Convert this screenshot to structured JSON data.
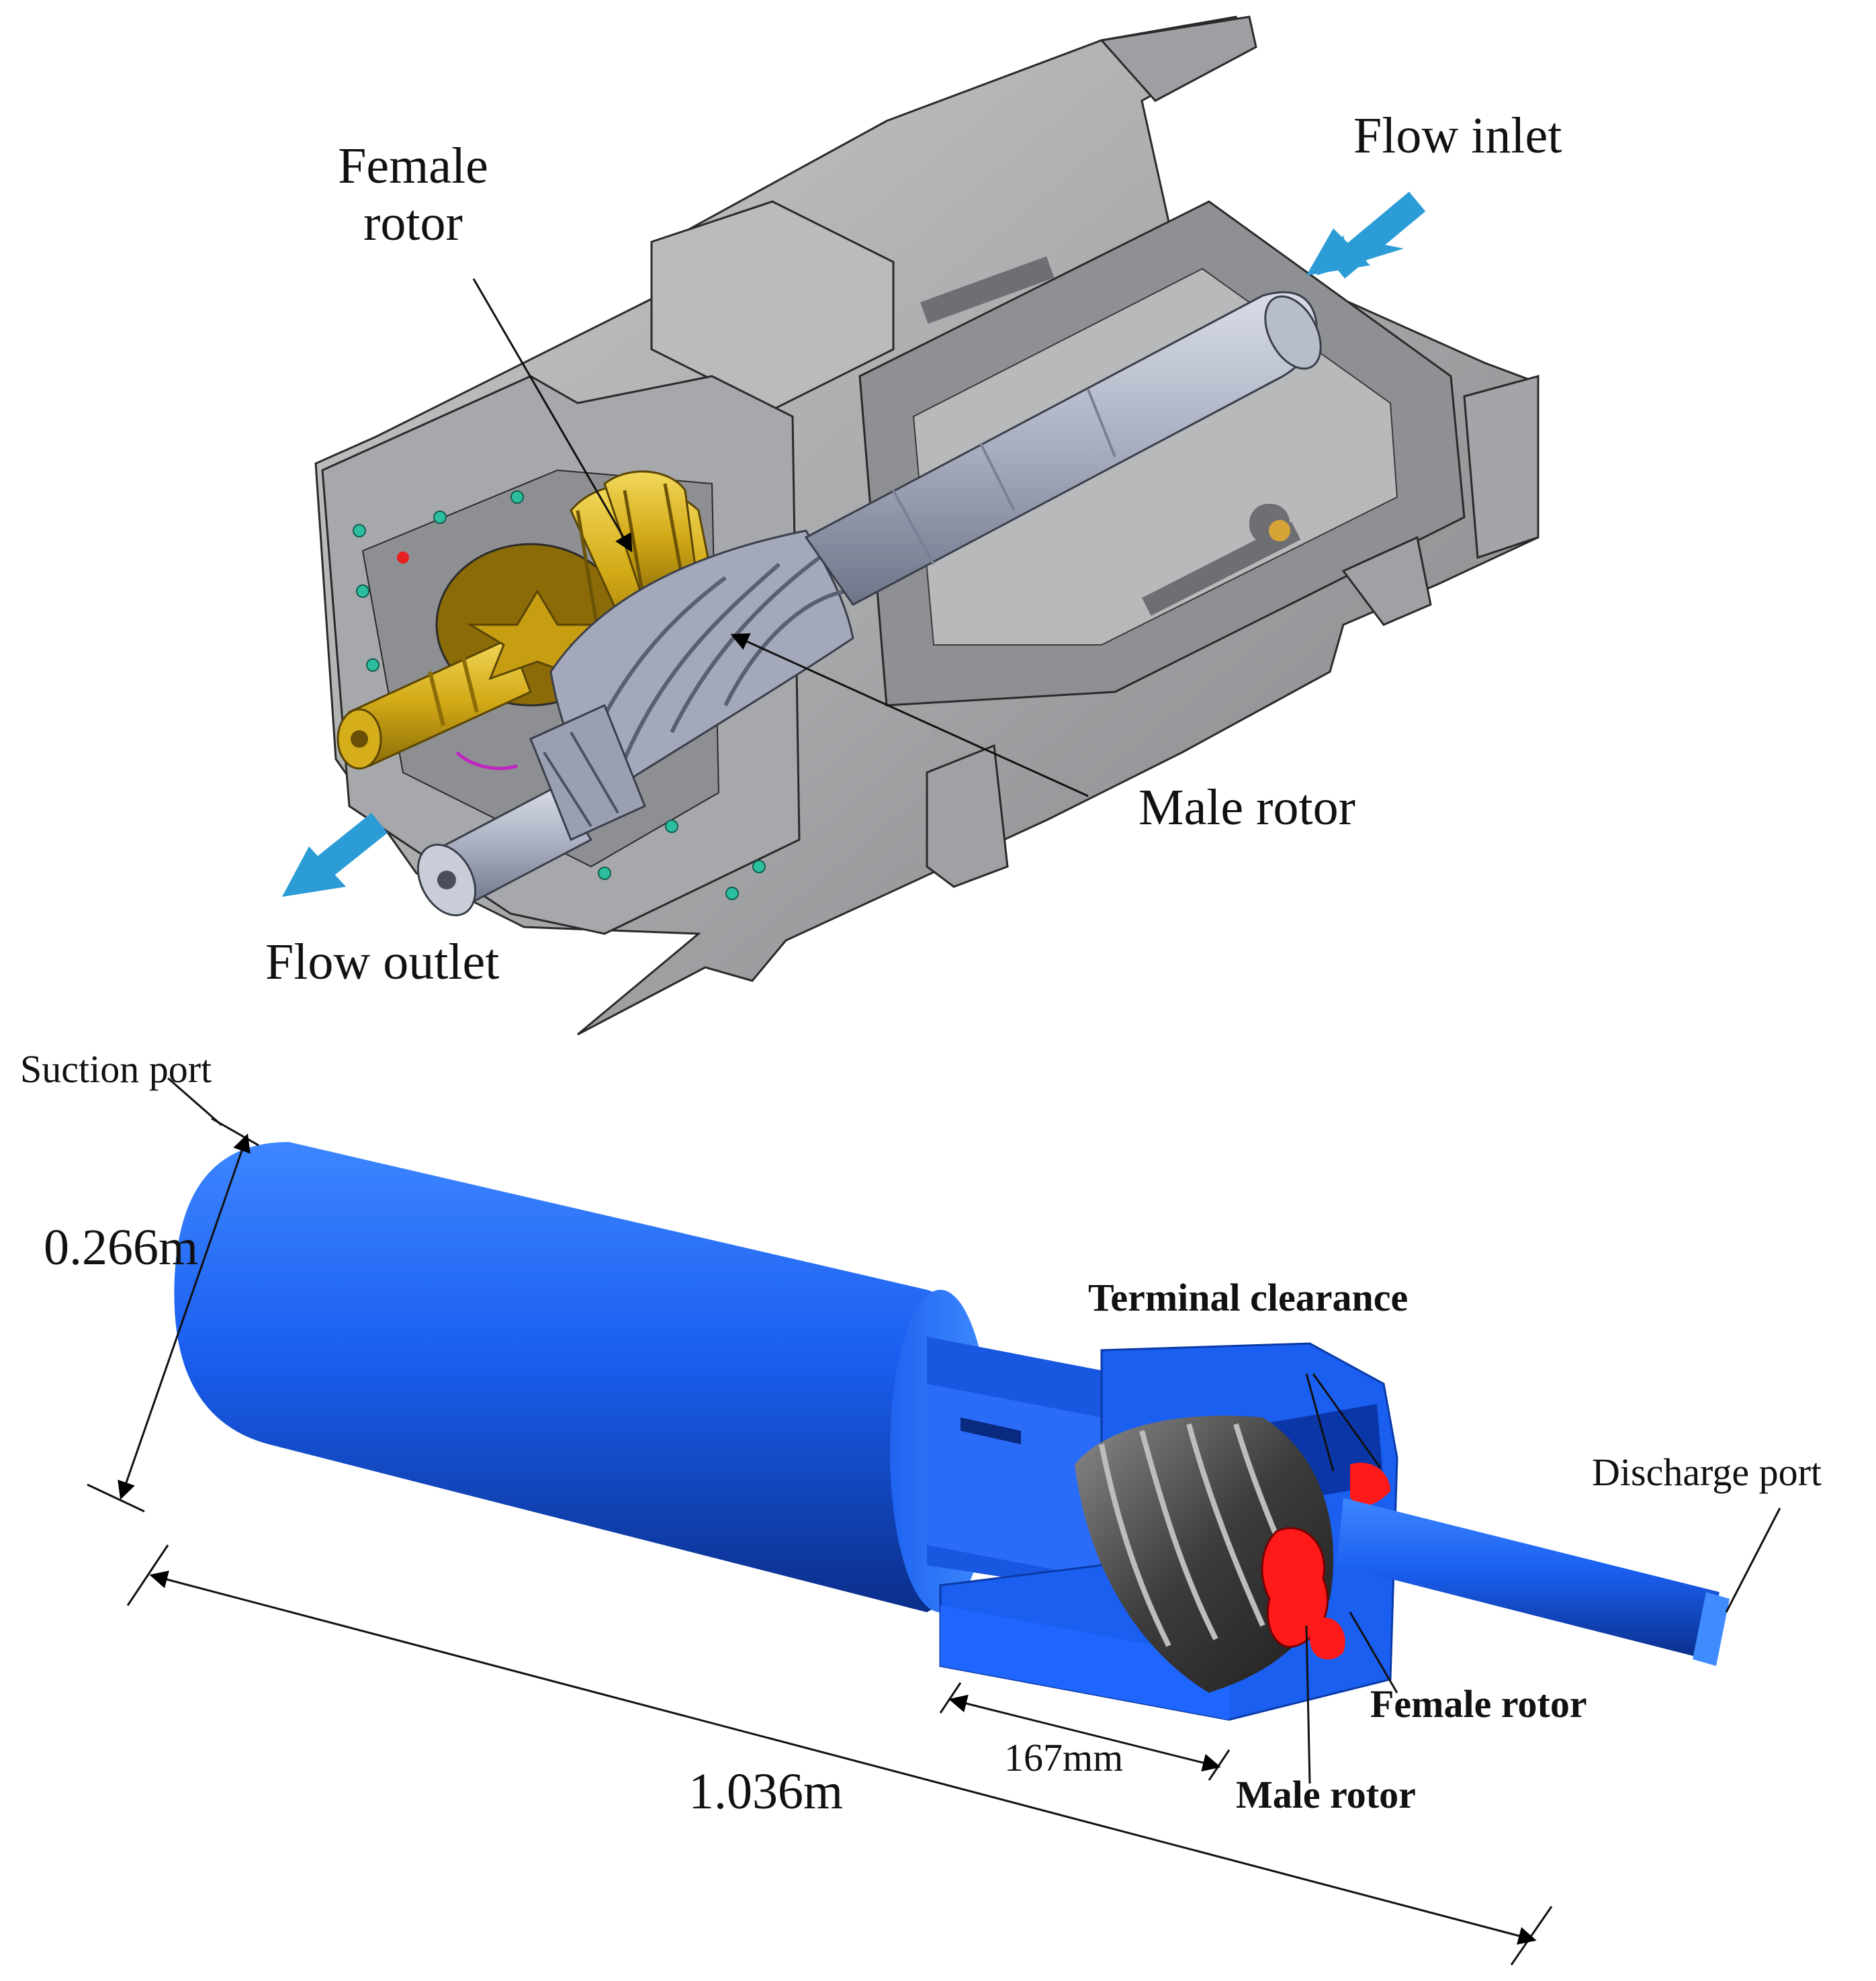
{
  "top_figure": {
    "labels": {
      "female_rotor": [
        "Female",
        "rotor"
      ],
      "flow_inlet": "Flow inlet",
      "male_rotor": "Male rotor",
      "flow_outlet": "Flow outlet"
    },
    "colors": {
      "casing": "#a9abad",
      "casing_dark": "#7e8083",
      "male_rotor": "#9ca3b5",
      "female_rotor": "#d8b21e",
      "arrow": "#2b9cd6",
      "hole": "#2bbfa0"
    }
  },
  "bottom_figure": {
    "labels": {
      "suction_port": "Suction port",
      "diameter": "0.266m",
      "length": "1.036m",
      "rotor_length": "167mm",
      "terminal_clearance": "Terminal clearance",
      "discharge_port": "Discharge port",
      "female_rotor": "Female rotor",
      "male_rotor": "Male rotor"
    },
    "colors": {
      "fluid_domain": "#1a5ff0",
      "rotor": "#4a4a4a",
      "clearance": "#ff1a1a"
    }
  }
}
